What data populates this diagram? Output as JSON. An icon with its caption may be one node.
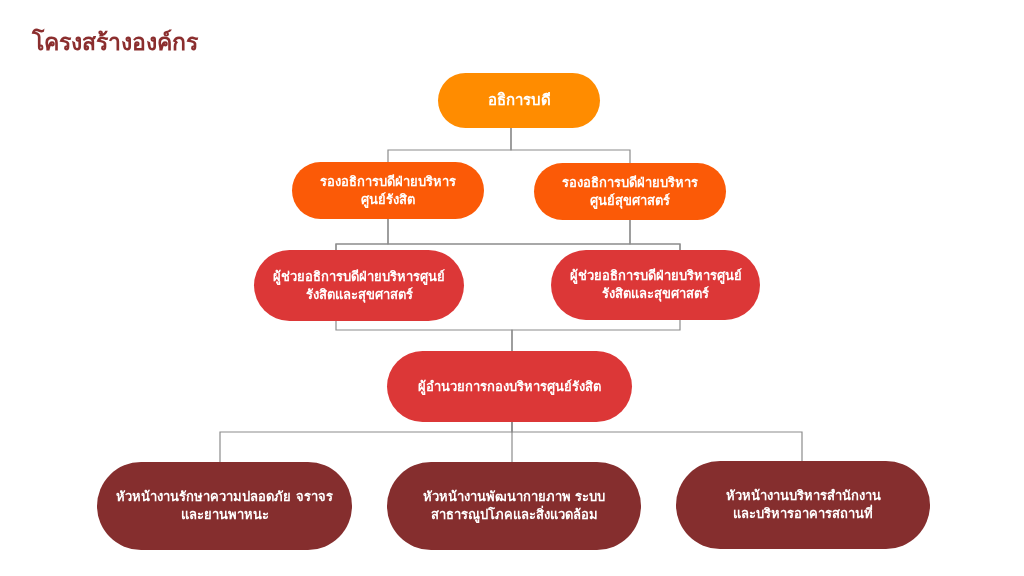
{
  "diagram": {
    "title": "โครงสร้างองค์กร",
    "nodes": [
      {
        "text": [
          "อธิการบดี"
        ]
      },
      {
        "text": [
          "รองอธิการบดีฝ่ายบริหารศูนย์รังสิต"
        ]
      },
      {
        "text": [
          "รองอธิการบดีฝ่ายบริหารศูนย์สุขศาสตร์"
        ]
      },
      {
        "text": [
          "ผู้ช่วยอธิการบดีฝ่ายบริหารศูนย์รังสิตและสุขศาสตร์"
        ]
      },
      {
        "text": [
          "ผู้ช่วยอธิการบดีฝ่ายบริหารศูนย์รังสิตและสุขศาสตร์"
        ]
      },
      {
        "text": [
          "ผู้อำนวยการกองบริหารศูนย์รังสิต"
        ]
      },
      {
        "text": [
          "หัวหน้างานรักษาความปลอดภัย จราจรและยานพาหนะ"
        ]
      },
      {
        "text": [
          "หัวหน้างานพัฒนากายภาพ ระบบสาธารณูปโภคและสิ่งแวดล้อม"
        ]
      },
      {
        "text": [
          "หัวหน้างานบริหารสำนักงานและบริหารอาคารสถานที่"
        ]
      }
    ],
    "edges": [
      {
        "from": 0,
        "to": 1,
        "arrow": "none"
      },
      {
        "from": 0,
        "to": 2,
        "arrow": "none"
      },
      {
        "from": 1,
        "to": 3,
        "arrow": "none"
      },
      {
        "from": 1,
        "to": 4,
        "arrow": "none"
      },
      {
        "from": 2,
        "to": 3,
        "arrow": "none"
      },
      {
        "from": 2,
        "to": 4,
        "arrow": "none"
      },
      {
        "from": 3,
        "to": 5,
        "arrow": "none"
      },
      {
        "from": 4,
        "to": 5,
        "arrow": "none"
      },
      {
        "from": 5,
        "to": 6,
        "arrow": "none"
      },
      {
        "from": 5,
        "to": 7,
        "arrow": "none"
      },
      {
        "from": 5,
        "to": 8,
        "arrow": "none"
      }
    ]
  }
}
